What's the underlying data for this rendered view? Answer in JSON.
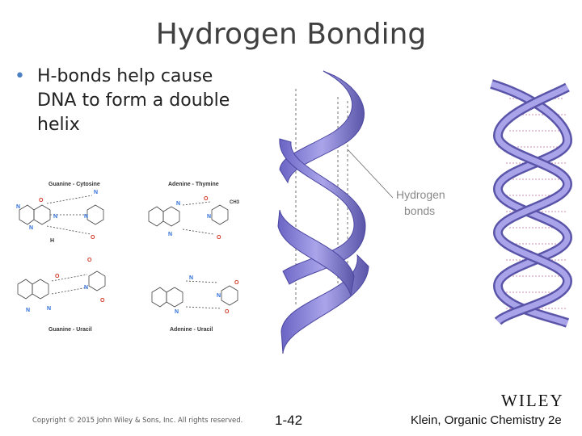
{
  "title": "Hydrogen Bonding",
  "bullet": {
    "lines": [
      "H-bonds help cause",
      "DNA to form a double",
      "helix"
    ]
  },
  "chem_labels": {
    "gc": "Guanine - Cytosine",
    "at": "Adenine - Thymine",
    "gu": "Guanine - Uracil",
    "au": "Adenine - Uracil",
    "methyl": "CH3"
  },
  "helix_labels": {
    "line1": "Hydrogen",
    "line2": "bonds"
  },
  "footer": {
    "copyright": "Copyright © 2015 John Wiley & Sons, Inc. All rights reserved.",
    "slide_number": "1-42",
    "book": "Klein, Organic Chemistry 2e"
  },
  "logo": "WILEY",
  "colors": {
    "helix": "#8b86d6",
    "helix_dark": "#5a55a8",
    "title": "#404040",
    "bullet": "#4a7fc1",
    "atom_blue": "#2f6fd6",
    "atom_red": "#d23a2a"
  }
}
